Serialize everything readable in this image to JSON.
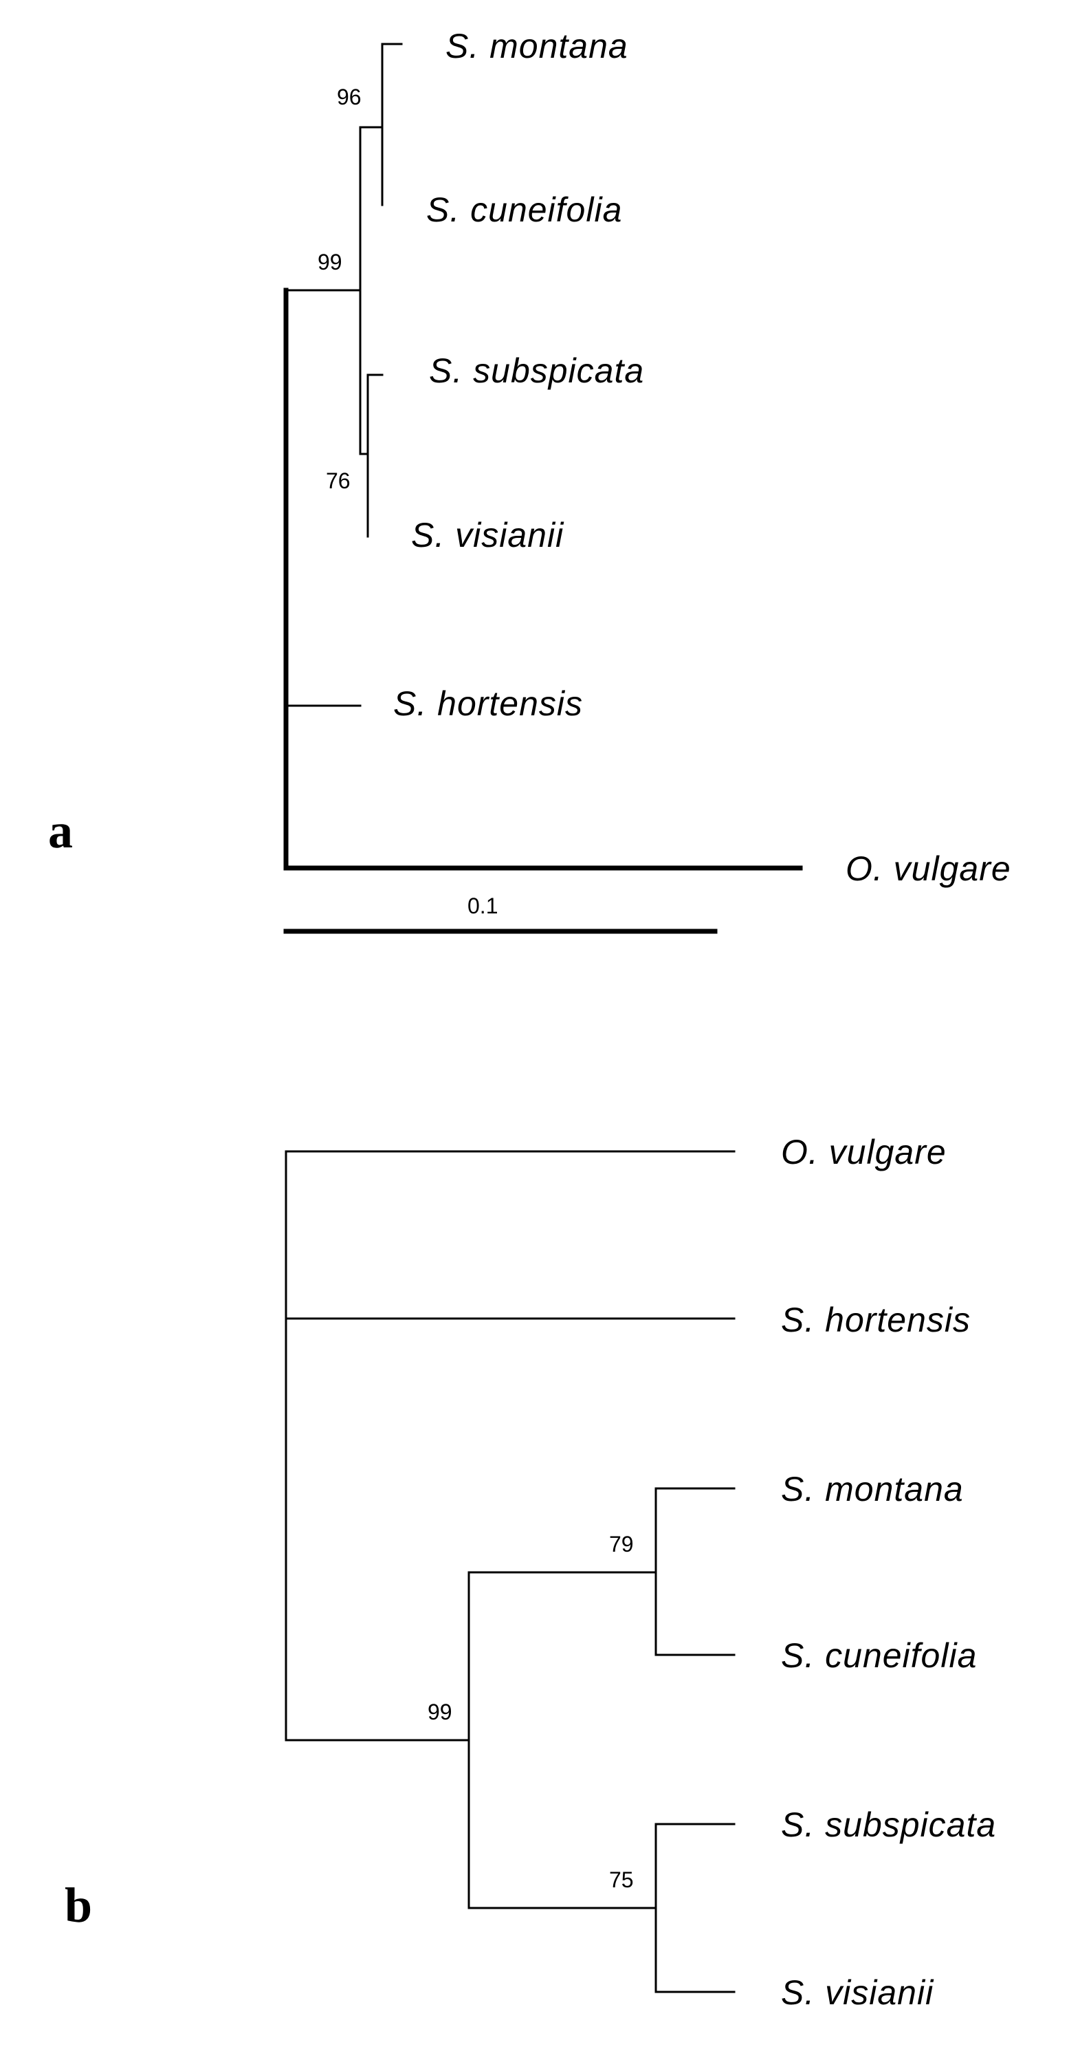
{
  "colors": {
    "line": "#000000",
    "background": "#ffffff"
  },
  "panel_a": {
    "label": "a",
    "taxa": {
      "montana": "S. montana",
      "cuneifolia": "S. cuneifolia",
      "subspicata": "S. subspicata",
      "visianii": "S. visianii",
      "hortensis": "S. hortensis",
      "vulgare": "O. vulgare"
    },
    "support": {
      "montana_cuneifolia": "96",
      "satureja": "99",
      "subspicata_visianii": "76"
    },
    "scale_bar": "0.1"
  },
  "panel_b": {
    "label": "b",
    "taxa": {
      "vulgare": "O. vulgare",
      "hortensis": "S. hortensis",
      "montana": "S. montana",
      "cuneifolia": "S. cuneifolia",
      "subspicata": "S. subspicata",
      "visianii": "S. visianii"
    },
    "support": {
      "montana_cuneifolia": "79",
      "four_taxa": "99",
      "subspicata_visianii": "75"
    }
  }
}
